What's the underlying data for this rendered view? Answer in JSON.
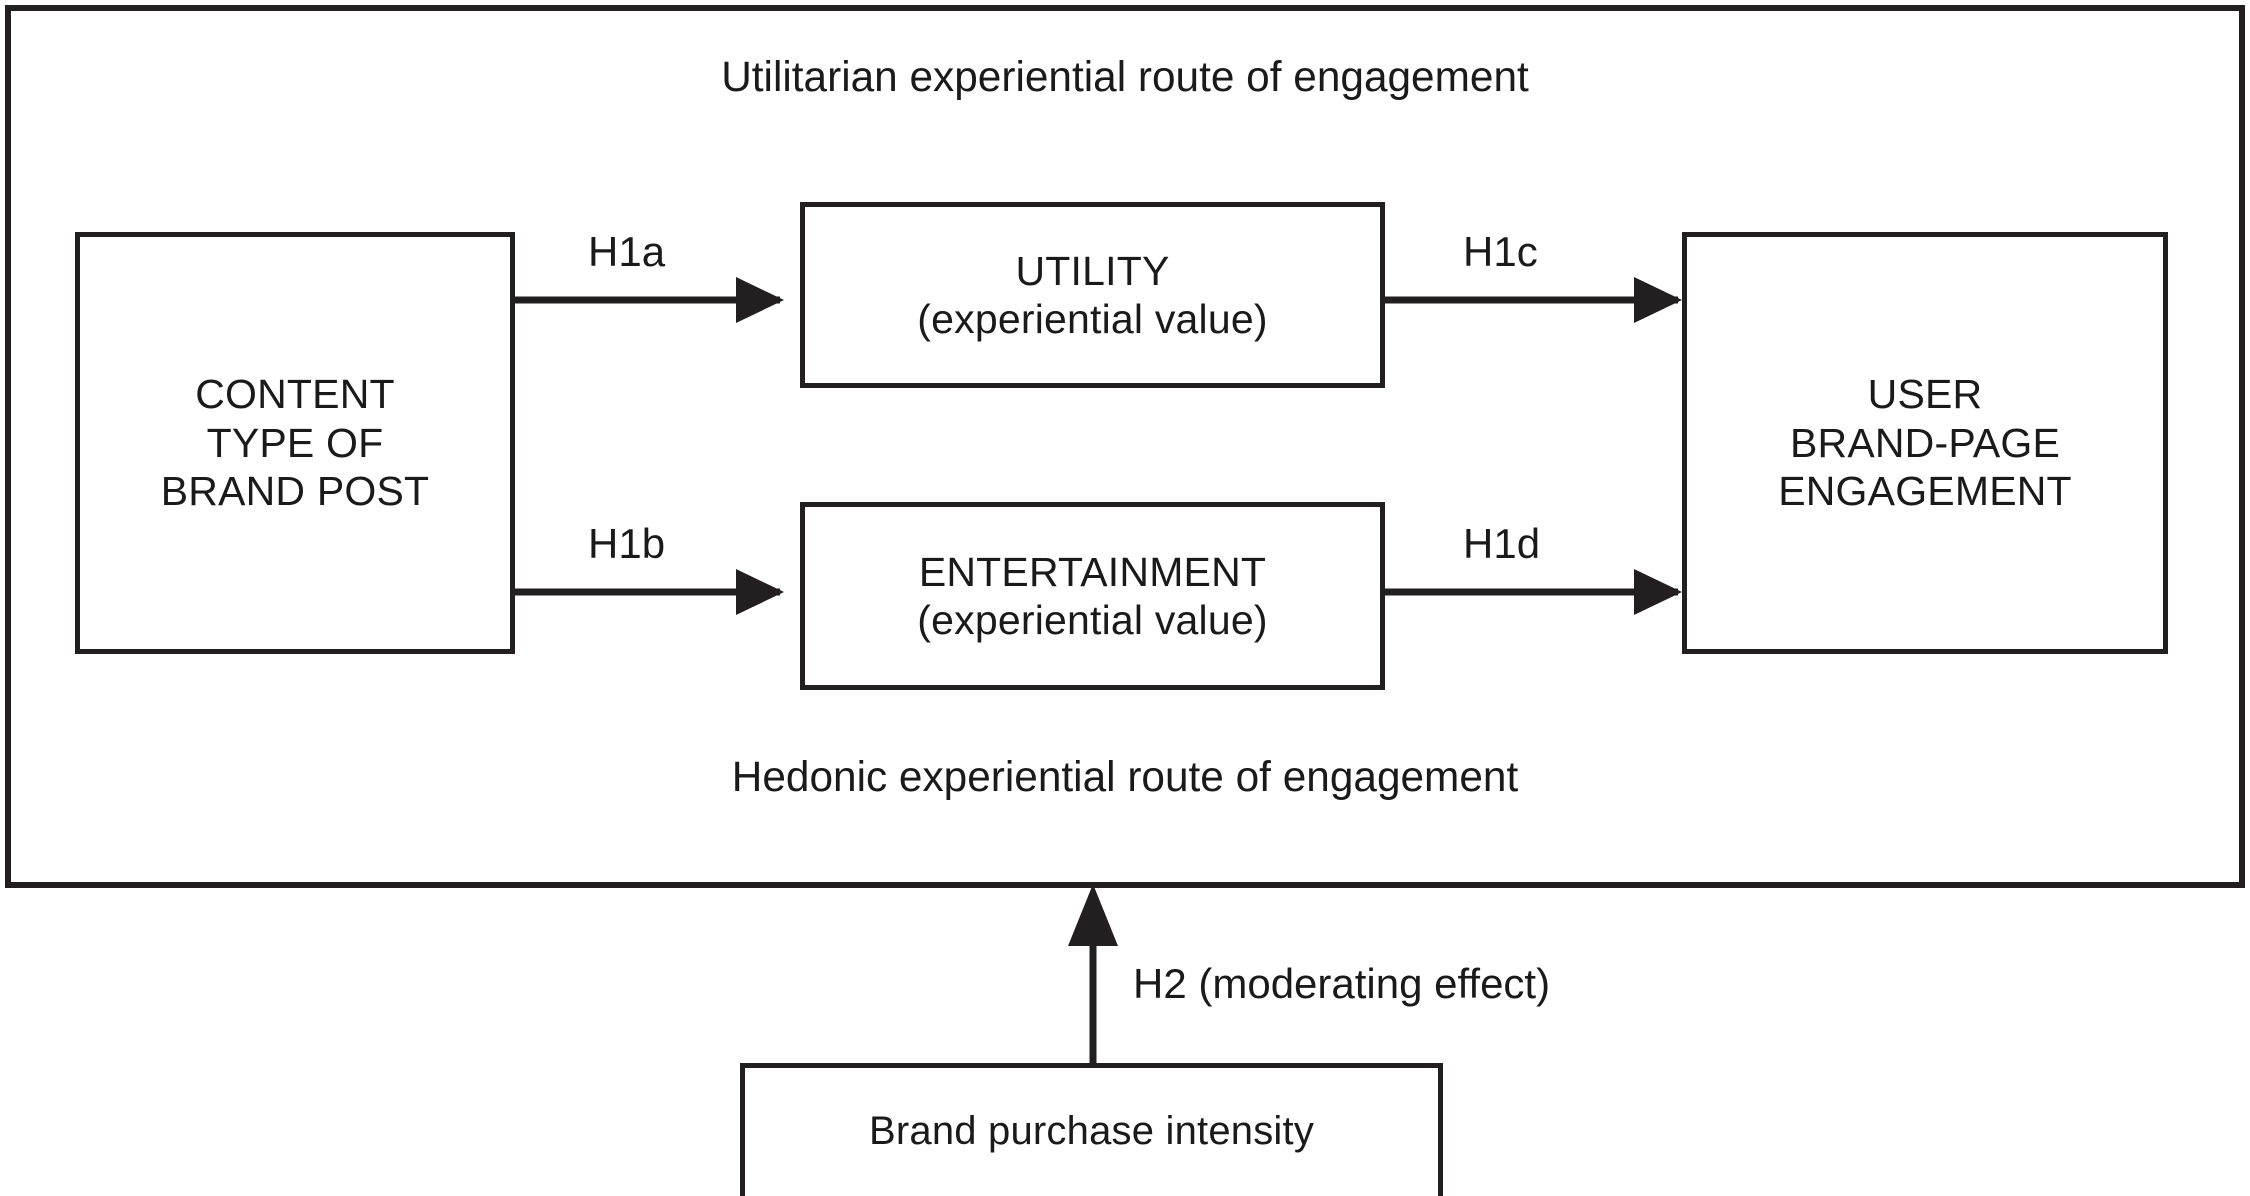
{
  "diagram": {
    "title_top": "Utilitarian experiential route of engagement",
    "title_bottom": "Hedonic experiential route of engagement",
    "colors": {
      "line": "#231f20",
      "background": "#ffffff",
      "text": "#1a1a1a"
    },
    "frame": {
      "name": "engagement-model-frame"
    },
    "boxes": [
      {
        "id": "content-type-of-brand-post",
        "label": "CONTENT\nTYPE OF\nBRAND POST",
        "role": "independent-variable"
      },
      {
        "id": "utility",
        "label": "UTILITY\n(experiential value)",
        "role": "mediator"
      },
      {
        "id": "entertainment",
        "label": "ENTERTAINMENT\n(experiential value)",
        "role": "mediator"
      },
      {
        "id": "user-brand-page-engagement",
        "label": "USER\nBRAND-PAGE\nENGAGEMENT",
        "role": "dependent-variable"
      },
      {
        "id": "brand-purchase-intensity",
        "label": "Brand purchase intensity",
        "role": "moderator"
      }
    ],
    "hypotheses": [
      {
        "id": "h1a",
        "label": "H1a",
        "from": "content-type-of-brand-post",
        "to": "utility"
      },
      {
        "id": "h1b",
        "label": "H1b",
        "from": "content-type-of-brand-post",
        "to": "entertainment"
      },
      {
        "id": "h1c",
        "label": "H1c",
        "from": "utility",
        "to": "user-brand-page-engagement"
      },
      {
        "id": "h1d",
        "label": "H1d",
        "from": "entertainment",
        "to": "user-brand-page-engagement"
      },
      {
        "id": "h2",
        "label": "H2 (moderating effect)",
        "from": "brand-purchase-intensity",
        "to": "engagement-model-frame"
      }
    ]
  }
}
